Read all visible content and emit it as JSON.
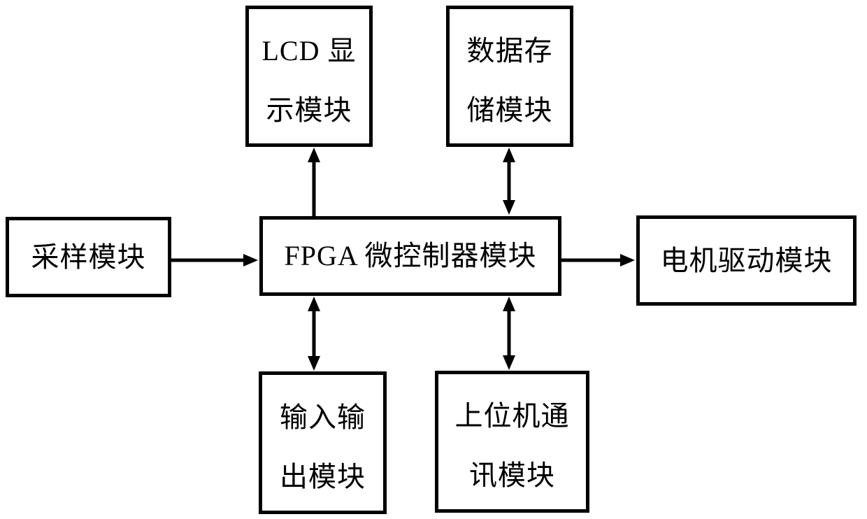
{
  "palette": {
    "stroke": "#000000",
    "text": "#000000",
    "background": "#ffffff"
  },
  "nodes": {
    "lcd": {
      "lines": [
        "LCD 显",
        "示模块"
      ]
    },
    "storage": {
      "lines": [
        "数据存",
        "储模块"
      ]
    },
    "sampling": {
      "lines": [
        "采样模块"
      ]
    },
    "fpga": {
      "lines": [
        "FPGA 微控制器模块"
      ]
    },
    "motor": {
      "lines": [
        "电机驱动模块"
      ]
    },
    "io": {
      "lines": [
        "输入输",
        "出模块"
      ]
    },
    "comm": {
      "lines": [
        "上位机通",
        "讯模块"
      ]
    }
  },
  "connections": [
    {
      "from": "fpga",
      "to": "lcd",
      "direction": "one-way",
      "arrowheads": "at-lcd"
    },
    {
      "from": "fpga",
      "to": "storage",
      "direction": "two-way",
      "arrowheads": "both"
    },
    {
      "from": "sampling",
      "to": "fpga",
      "direction": "one-way",
      "arrowheads": "at-fpga"
    },
    {
      "from": "fpga",
      "to": "motor",
      "direction": "one-way",
      "arrowheads": "at-motor"
    },
    {
      "from": "fpga",
      "to": "io",
      "direction": "two-way",
      "arrowheads": "both"
    },
    {
      "from": "fpga",
      "to": "comm",
      "direction": "two-way",
      "arrowheads": "both"
    }
  ]
}
